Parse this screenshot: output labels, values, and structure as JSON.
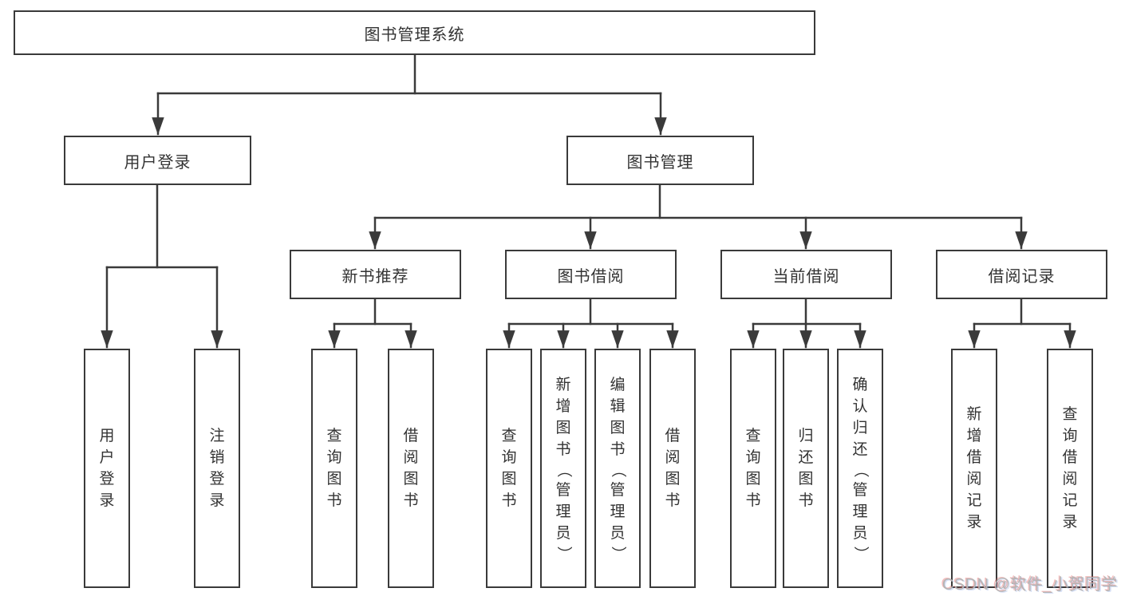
{
  "diagram": {
    "root": {
      "label": "图书管理系统"
    },
    "level2": [
      {
        "label": "用户登录"
      },
      {
        "label": "图书管理"
      }
    ],
    "level3": [
      {
        "label": "新书推荐"
      },
      {
        "label": "图书借阅"
      },
      {
        "label": "当前借阅"
      },
      {
        "label": "借阅记录"
      }
    ],
    "leaves": {
      "user_login": [
        "用户登录",
        "注销登录"
      ],
      "new_book": [
        "查询图书",
        "借阅图书"
      ],
      "book_borrow": [
        "查询图书",
        "新增图书（管理员）",
        "编辑图书（管理员）",
        "借阅图书"
      ],
      "current_borrow": [
        "查询图书",
        "归还图书",
        "确认归还（管理员）"
      ],
      "borrow_record": [
        "新增借阅记录",
        "查询借阅记录"
      ]
    }
  },
  "watermark": {
    "text": "CSDN @软件_小贺同学"
  },
  "colors": {
    "line": "#3a3a3a",
    "text": "#333333",
    "box_background": "#ffffff",
    "watermark": "#b5b5b5"
  }
}
